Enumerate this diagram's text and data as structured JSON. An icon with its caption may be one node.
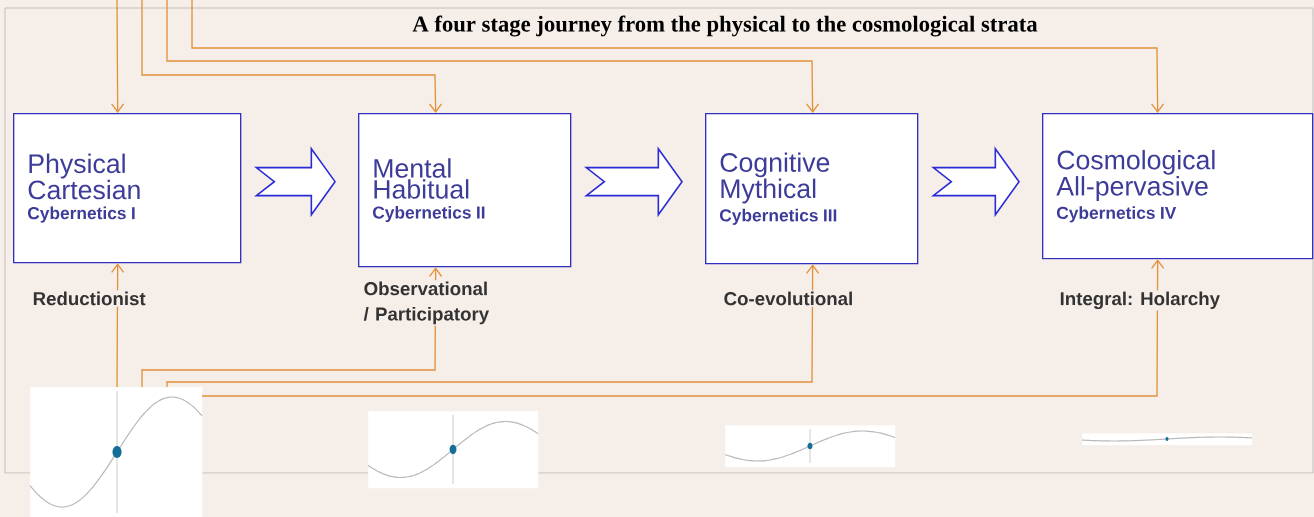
{
  "diagram": {
    "title": "A four stage journey from the physical to the cosmological strata",
    "nodes": [
      {
        "text": [
          "Physical Cartesian",
          "Cybernetics I"
        ],
        "beside": [
          "Reductionist"
        ]
      },
      {
        "text": [
          "Mental Habitual",
          "Cybernetics II"
        ],
        "beside": [
          "Observational / Participatory"
        ]
      },
      {
        "text": [
          "Cognitive Mythical",
          "Cybernetics III"
        ],
        "beside": [
          "Co-evolutional"
        ]
      },
      {
        "text": [
          "Cosmological All-pervasive",
          "Cybernetics IV"
        ],
        "beside": [
          "Integral: Holarchy"
        ]
      },
      {
        "text": [],
        "shape": "picture"
      },
      {
        "text": [],
        "shape": "picture"
      },
      {
        "text": [],
        "shape": "picture"
      },
      {
        "text": [],
        "shape": "picture"
      }
    ],
    "edges": [
      {
        "from": 0,
        "to": 1,
        "arrow": "to",
        "style": "thick",
        "color": "#2b2bd6"
      },
      {
        "from": 1,
        "to": 2,
        "arrow": "to",
        "style": "thick",
        "color": "#2b2bd6"
      },
      {
        "from": 2,
        "to": 3,
        "arrow": "to",
        "style": "thick",
        "color": "#2b2bd6"
      },
      {
        "from": null,
        "to": 0,
        "arrow": "to"
      },
      {
        "from": null,
        "to": 1,
        "arrow": "to"
      },
      {
        "from": null,
        "to": 2,
        "arrow": "to"
      },
      {
        "from": null,
        "to": 3,
        "arrow": "to"
      },
      {
        "from": 4,
        "to": 0,
        "arrow": "to"
      },
      {
        "from": 4,
        "to": 1,
        "arrow": "to"
      },
      {
        "from": 4,
        "to": 2,
        "arrow": "to"
      },
      {
        "from": 4,
        "to": 3,
        "arrow": "to"
      }
    ]
  }
}
